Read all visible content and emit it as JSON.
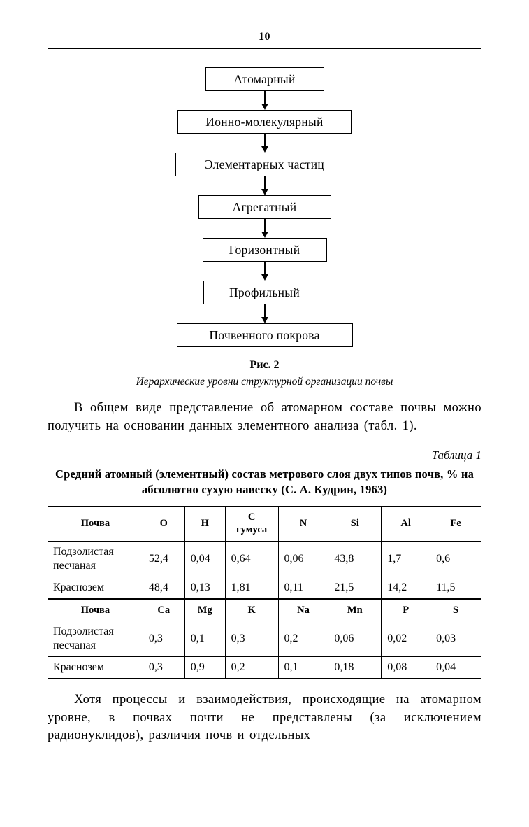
{
  "page": {
    "number": "10"
  },
  "flowchart": {
    "levels": [
      "Атомарный",
      "Ионно-молекулярный",
      "Элементарных частиц",
      "Агрегатный",
      "Горизонтный",
      "Профильный",
      "Почвенного покрова"
    ]
  },
  "figure": {
    "label": "Рис. 2",
    "caption": "Иерархические уровни структурной организации почвы"
  },
  "paragraph1": "В общем виде представление об атомарном составе почвы можно получить на основании данных элементного анализа (табл. 1).",
  "table": {
    "label": "Таблица 1",
    "title": "Средний атомный (элементный) состав метрового слоя двух типов почв, % на абсолютно сухую навеску (С. А. Кудрин, 1963)",
    "section1": {
      "headers": [
        "Почва",
        "O",
        "H",
        "C\nгумуса",
        "N",
        "Si",
        "Al",
        "Fe"
      ],
      "rows": [
        {
          "name": "Подзолистая песчаная",
          "values": [
            "52,4",
            "0,04",
            "0,64",
            "0,06",
            "43,8",
            "1,7",
            "0,6"
          ]
        },
        {
          "name": "Краснозем",
          "values": [
            "48,4",
            "0,13",
            "1,81",
            "0,11",
            "21,5",
            "14,2",
            "11,5"
          ]
        }
      ]
    },
    "section2": {
      "headers": [
        "Почва",
        "Ca",
        "Mg",
        "K",
        "Na",
        "Mn",
        "P",
        "S"
      ],
      "rows": [
        {
          "name": "Подзолистая песчаная",
          "values": [
            "0,3",
            "0,1",
            "0,3",
            "0,2",
            "0,06",
            "0,02",
            "0,03"
          ]
        },
        {
          "name": "Краснозем",
          "values": [
            "0,3",
            "0,9",
            "0,2",
            "0,1",
            "0,18",
            "0,08",
            "0,04"
          ]
        }
      ]
    }
  },
  "paragraph2": "Хотя процессы и взаимодействия, происходящие на атомарном уровне, в почвах почти не представлены (за исключением радионуклидов), различия почв и отдельных"
}
